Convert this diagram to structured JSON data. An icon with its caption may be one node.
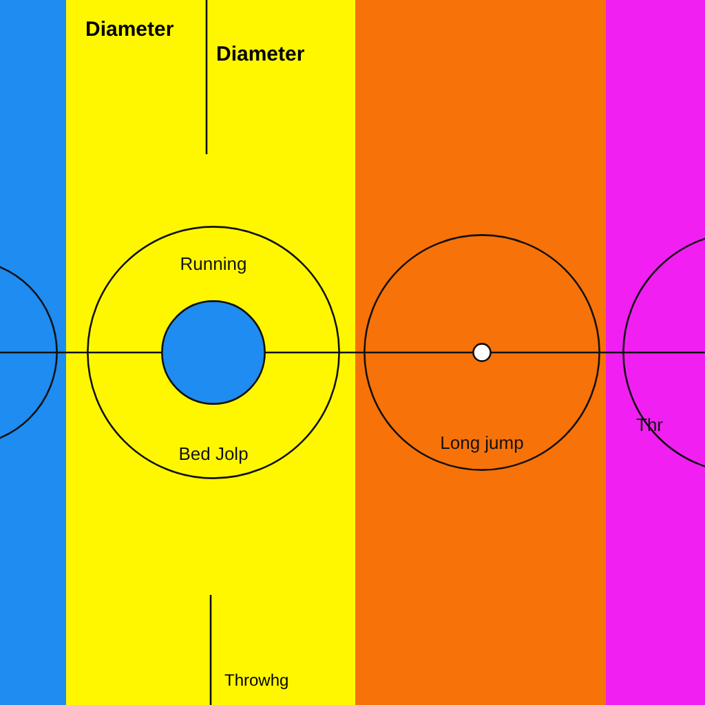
{
  "diagram": {
    "nodes": [
      {
        "text": [],
        "shape": "circle"
      },
      {
        "text": [
          "Running",
          "Bed Jolp"
        ]
      },
      {
        "text": [],
        "shape": "circle",
        "in": 1
      },
      {
        "text": [
          "Long jump"
        ]
      },
      {
        "text": [],
        "shape": "circle",
        "in": 3
      },
      {
        "text": [
          "Thr"
        ]
      }
    ],
    "labels": [
      "Diameter",
      "Diameter",
      "Throwhg"
    ]
  }
}
